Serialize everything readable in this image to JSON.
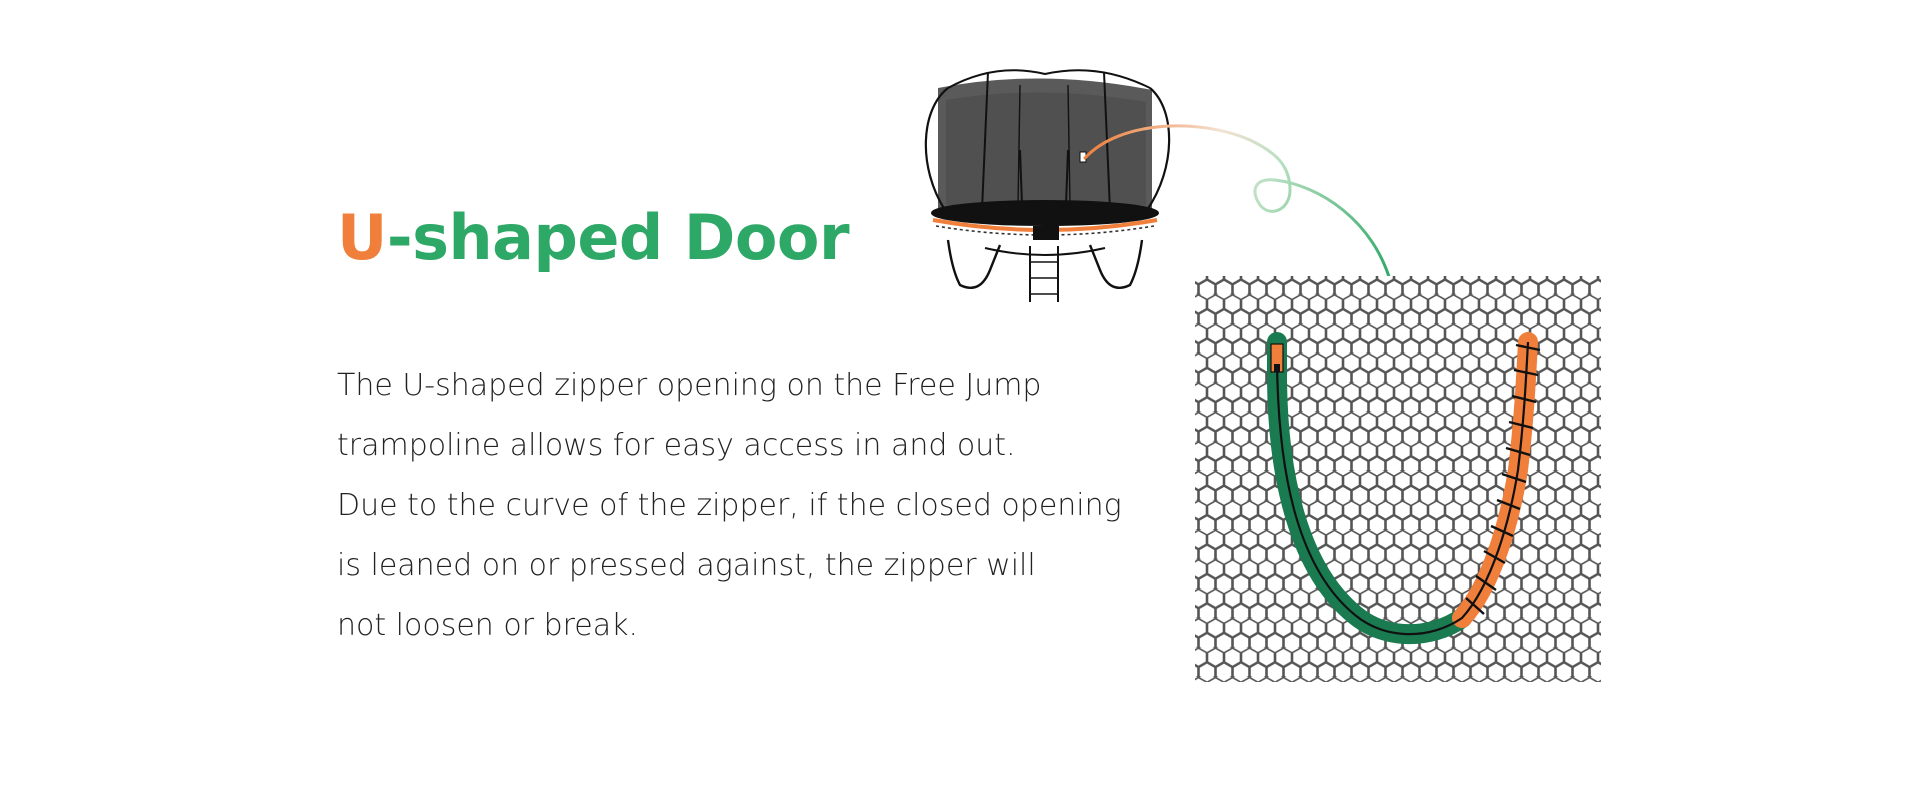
{
  "heading": {
    "accent": "U",
    "rest": "-shaped Door"
  },
  "body": {
    "lines": [
      "The U-shaped zipper opening on the Free Jump",
      "trampoline allows for easy access in and out.",
      "Due to the curve of the zipper, if the closed opening",
      "is leaned on or pressed against, the zipper will",
      "not loosen or break."
    ]
  },
  "colors": {
    "accent_orange": "#ef7f3b",
    "brand_green": "#2ea866",
    "zipper_green": "#1a7a50",
    "zipper_orange": "#ef7f3b",
    "text": "#222222"
  },
  "icons": {
    "trampoline": "trampoline-icon",
    "net_closeup": "net-closeup-icon"
  }
}
